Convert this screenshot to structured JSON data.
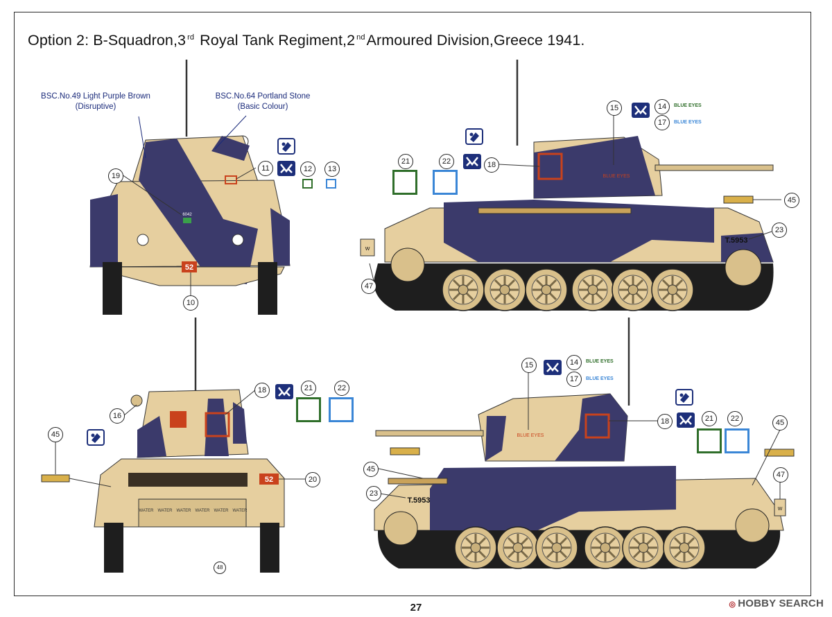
{
  "title": {
    "prefix": "Option 2:  B-Squadron,3",
    "sup1": "rd",
    "mid": " Royal Tank Regiment,2",
    "sup2": "nd",
    "suffix": "Armoured Division,Greece 1941."
  },
  "paint_labels": {
    "disruptive_line1": "BSC.No.49 Light Purple Brown",
    "disruptive_line2": "(Disruptive)",
    "basic_line1": "BSC.No.64 Portland Stone",
    "basic_line2": "(Basic Colour)"
  },
  "callouts": {
    "front": [
      "19",
      "11",
      "12",
      "13",
      "10"
    ],
    "left_side": [
      "21",
      "22",
      "18",
      "15",
      "14",
      "17",
      "45",
      "23",
      "47"
    ],
    "rear": [
      "16",
      "18",
      "21",
      "22",
      "45",
      "20",
      "48"
    ],
    "right_side": [
      "15",
      "14",
      "17",
      "18",
      "21",
      "22",
      "45",
      "45",
      "47",
      "23"
    ]
  },
  "markings": {
    "blue_eyes": "BLUE EYES",
    "serial": "T.5953",
    "tactical_number": "52",
    "bridge_plate": "6042",
    "water_label": "WATER",
    "w_plate": "W"
  },
  "colors": {
    "portland_stone": "#e6cf9f",
    "light_purple_brown": "#3b3a6b",
    "track": "#1e1e1e",
    "decal_red": "#c9421c",
    "decal_green": "#2f6e2a",
    "decal_blue": "#3a86d6",
    "insignia_navy": "#1d2f7a"
  },
  "icons": [
    "division-insignia-icon",
    "squadron-sign-icon"
  ],
  "page_number": "27",
  "watermark": "HOBBY SEARCH"
}
